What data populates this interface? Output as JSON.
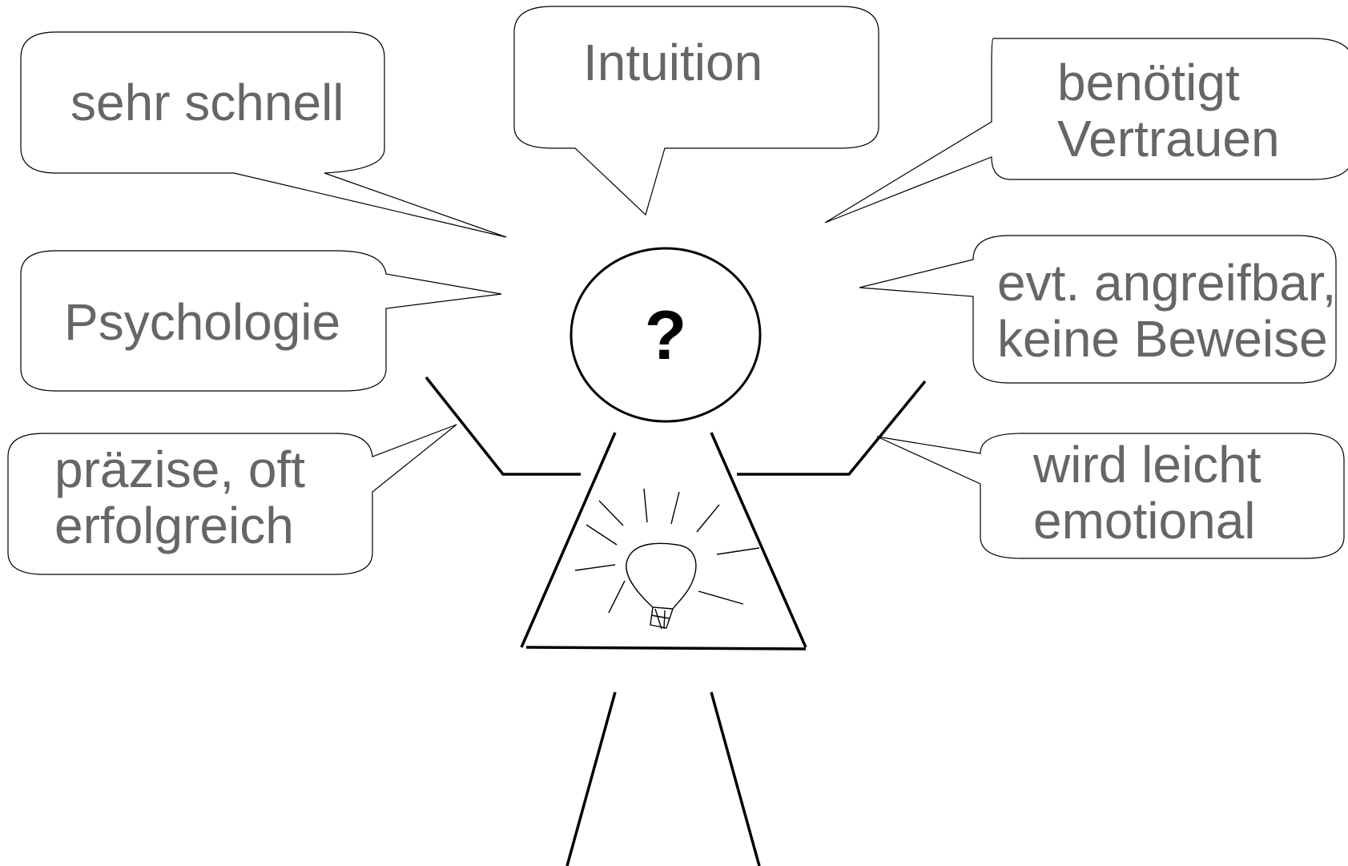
{
  "colors": {
    "bubble_text": "#666666",
    "head_text": "#000000",
    "outline": "#000000",
    "background": "#ffffff"
  },
  "figure": {
    "head_symbol": "?",
    "icon": "lightbulb-icon"
  },
  "bubbles": {
    "sehr_schnell": {
      "lines": [
        "sehr schnell"
      ]
    },
    "intuition": {
      "lines": [
        "Intuition"
      ]
    },
    "benoetigt_vertrauen": {
      "lines": [
        "benötigt",
        "Vertrauen"
      ]
    },
    "psychologie": {
      "lines": [
        "Psychologie"
      ]
    },
    "evt_angreifbar": {
      "lines": [
        "evt. angreifbar,",
        "keine Beweise"
      ]
    },
    "praezise": {
      "lines": [
        "präzise, oft",
        "erfolgreich"
      ]
    },
    "wird_leicht_emotional": {
      "lines": [
        "wird leicht",
        "emotional"
      ]
    }
  }
}
